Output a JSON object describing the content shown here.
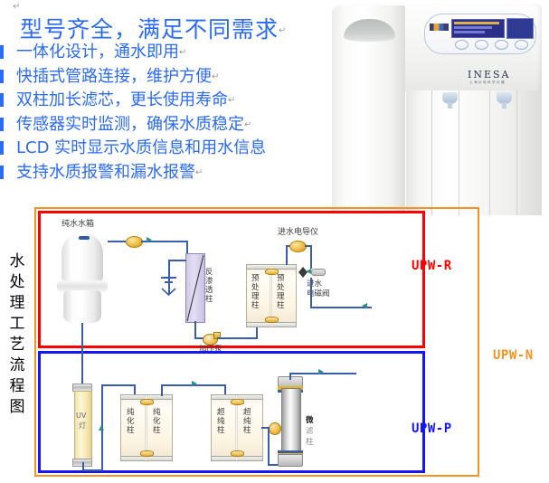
{
  "headline": {
    "text": "型号齐全，满足不同需求",
    "pilcrow": "↵"
  },
  "features": [
    {
      "text": "一体化设计，通水即用",
      "pilcrow": "↵"
    },
    {
      "text": "快插式管路连接，维护方便",
      "pilcrow": "↵"
    },
    {
      "text": "双柱加长滤芯，更长使用寿命",
      "pilcrow": "↵"
    },
    {
      "text": "传感器实时监测，确保水质稳定",
      "pilcrow": "↵"
    },
    {
      "text": "LCD 实时显示水质信息和用水信息",
      "pilcrow": ""
    },
    {
      "text": "支持水质报警和漏水报警",
      "pilcrow": "↵"
    }
  ],
  "product": {
    "brand": "INESA",
    "brand_sub": "上海仪电科学仪器",
    "panel_buttons": [
      "btn-1",
      "btn-2",
      "btn-3",
      "btn-4"
    ]
  },
  "diagram": {
    "title": "水处理工艺流程图",
    "zones": {
      "upwr": "UPW-R",
      "upwp": "UPW-P",
      "upwn": "UPW-N"
    },
    "colors": {
      "upwr": "#ff0000",
      "upwp": "#1414ff",
      "upwn": "#f6921e",
      "pipe": "#3a5da8",
      "arrow": "#2f8f8f",
      "headline": "#2a6bf2"
    },
    "components": {
      "tank": "纯水水箱",
      "ro_membrane": "反渗透柱",
      "pump": "加压泵",
      "pretreat_col_1": "预处理柱",
      "pretreat_col_2": "预处理柱",
      "inlet_conductivity": "进水电导仪",
      "inlet_solenoid_valve": "进水\n电磁阀",
      "inlet_solenoid_valve_l1": "进水",
      "inlet_solenoid_valve_l2": "电磁阀",
      "uv_lamp": "UV\n灯",
      "uv_lamp_l1": "UV",
      "uv_lamp_l2": "灯",
      "purify_col_1": "纯化柱",
      "purify_col_2": "纯化柱",
      "ultrapure_col_1": "超纯柱",
      "ultrapure_col_2": "超纯柱",
      "microfilter": "微滤柱"
    }
  }
}
